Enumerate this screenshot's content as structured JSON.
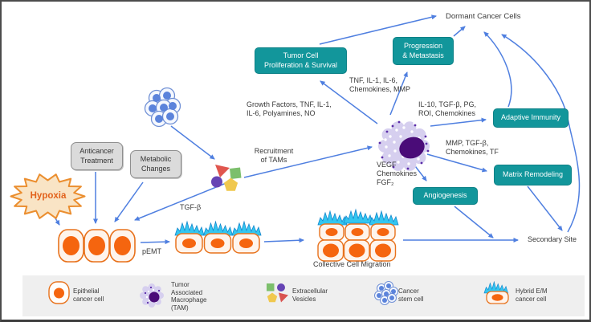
{
  "boxes": {
    "tumor_proliferation": "Tumor Cell\nProliferation & Survival",
    "progression": "Progression\n& Metastasis",
    "adaptive": "Adaptive Immunity",
    "matrix": "Matrix Remodeling",
    "angiogenesis": "Angiogenesis",
    "anticancer": "Anticancer\nTreatment",
    "metabolic": "Metabolic\nChanges",
    "hypoxia": "Hypoxia"
  },
  "labels": {
    "dormant": "Dormant Cancer Cells",
    "tnf": "TNF, IL-1, IL-6,\nChemokines, MMP",
    "growth_factors": "Growth Factors, TNF, IL-1,\nIL-6, Polyamines, NO",
    "il10": "IL-10, TGF-β, PG,\nROI, Chemokines",
    "mmp": "MMP, TGF-β,\nChemokines, TF",
    "recruitment": "Recruitment\nof TAMs",
    "tgfb": "TGF-β",
    "pemt": "pEMT",
    "vegf": "VEGF\nChemokines\nFGF₂",
    "collective": "Collective Cell Migration",
    "secondary": "Secondary Site"
  },
  "legend": {
    "items": [
      {
        "icon": "epithelial-cell-icon",
        "label": "Epithelial\ncancer cell"
      },
      {
        "icon": "tam-icon",
        "label": "Tumor\nAssociated\nMacrophage\n(TAM)"
      },
      {
        "icon": "vesicles-icon",
        "label": "Extracellular\nVesicles"
      },
      {
        "icon": "stem-cell-icon",
        "label": "Cancer\nstem cell"
      },
      {
        "icon": "hybrid-cell-icon",
        "label": "Hybrid E/M\ncancer cell"
      }
    ]
  },
  "colors": {
    "teal_box": "#12969b",
    "arrow_blue": "#4f7fe0",
    "cell_outline_orange": "#e8721c",
    "nucleus_orange": "#f5650f",
    "spike_cyan": "#33c6f0",
    "tam_body": "#d6cfef",
    "tam_nucleus": "#4a0c78",
    "stem_blue": "#5b83db",
    "vesicle_red": "#e0564e",
    "vesicle_green": "#7cbf6c",
    "vesicle_purple": "#6644b4",
    "vesicle_yellow": "#f0c84f",
    "hypoxia_fill": "#f9e4c5",
    "hypoxia_border": "#eb8e2f",
    "hypoxia_text": "#e2611b",
    "gray_box": "#dbdbdb",
    "legend_bg": "#efefef"
  }
}
